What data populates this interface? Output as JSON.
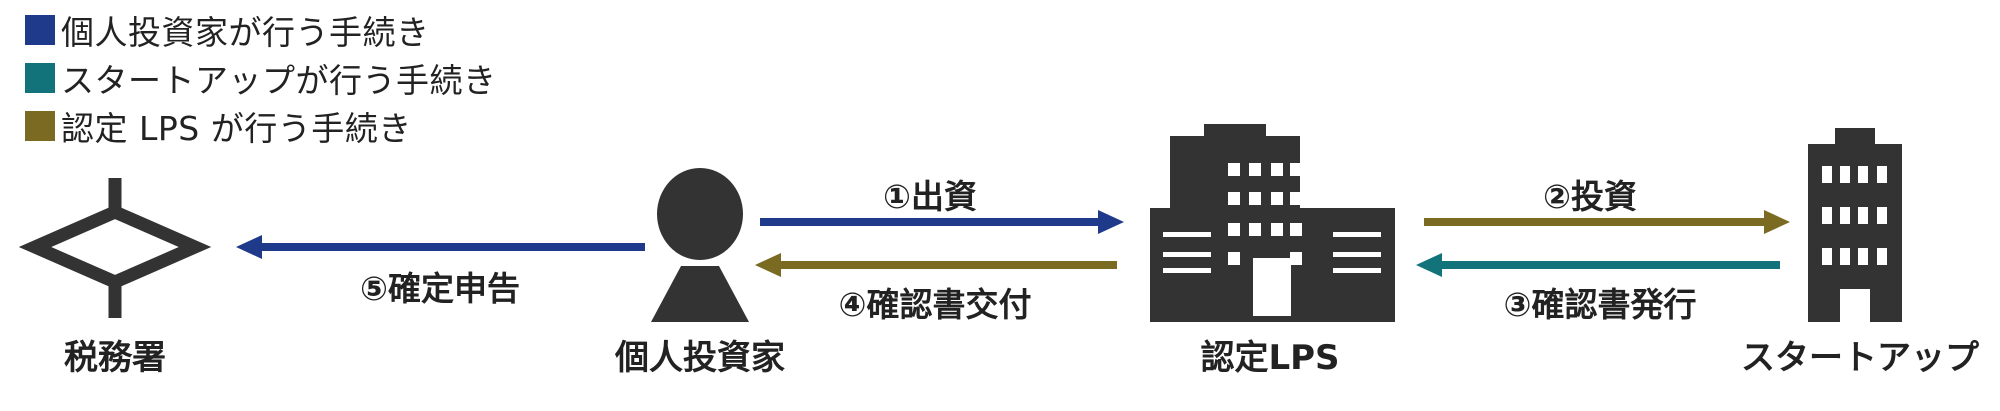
{
  "legend": [
    {
      "label": "個人投資家が行う手続き",
      "color": "#1f3a8a"
    },
    {
      "label": "スタートアップが行う手続き",
      "color": "#13737a"
    },
    {
      "label": "認定 LPS が行う手続き",
      "color": "#7a6a22"
    }
  ],
  "nodes": {
    "tax_office": {
      "label": "税務署",
      "icon": "tax-office-map-symbol-icon"
    },
    "investor": {
      "label": "個人投資家",
      "icon": "person-icon"
    },
    "lps": {
      "label": "認定LPS",
      "icon": "large-building-icon"
    },
    "startup": {
      "label": "スタートアップ",
      "icon": "tall-building-icon"
    }
  },
  "arrows": {
    "a1": {
      "label": "①出資",
      "color": "#1f3a8a"
    },
    "a2": {
      "label": "②投資",
      "color": "#7a6a22"
    },
    "a3": {
      "label": "③確認書発行",
      "color": "#13737a"
    },
    "a4": {
      "label": "④確認書交付",
      "color": "#7a6a22"
    },
    "a5": {
      "label": "⑤確定申告",
      "color": "#1f3a8a"
    }
  },
  "colors": {
    "icon": "#333333",
    "text": "#222222"
  }
}
